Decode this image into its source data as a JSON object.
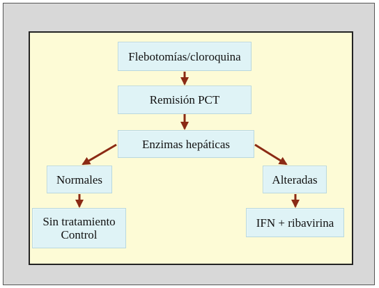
{
  "diagram": {
    "nodes": {
      "n1": "Flebotomías/cloroquina",
      "n2": "Remisión PCT",
      "n3": "Enzimas hepáticas",
      "n4": "Normales",
      "n5": "Alteradas",
      "n6": "Sin tratamiento\nControl",
      "n7": "IFN + ribavirina"
    },
    "edges": [
      [
        "n1",
        "n2"
      ],
      [
        "n2",
        "n3"
      ],
      [
        "n3",
        "n4"
      ],
      [
        "n3",
        "n5"
      ],
      [
        "n4",
        "n6"
      ],
      [
        "n5",
        "n7"
      ]
    ],
    "colors": {
      "frame": "#d8d8d8",
      "panel": "#fdfbd6",
      "box": "#dff3f6",
      "arrow": "#8b2a14"
    }
  }
}
